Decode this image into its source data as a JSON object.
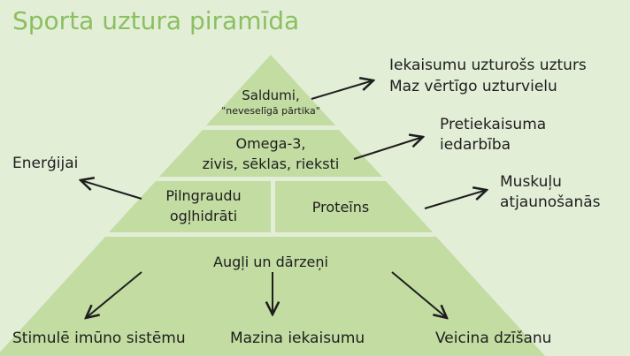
{
  "title": "Sporta uztura piramīda",
  "colors": {
    "background": "#e3eed7",
    "pyramid": "#c2dca2",
    "title": "#8bbf60"
  },
  "pyramid": {
    "tier1": {
      "line1": "Saldumi,",
      "line2": "\"neveselīgā pārtika\""
    },
    "tier2": {
      "line1": "Omega-3,",
      "line2": "zivis, sēklas, rieksti"
    },
    "tier3_left": {
      "line1": "Pilngraudu",
      "line2": "ogļhidrāti"
    },
    "tier3_right": {
      "line1": "Proteīns"
    },
    "tier4": {
      "line1": "Augļi un dārzeņi"
    }
  },
  "effects": {
    "sweets": {
      "line1": "Iekaisumu uzturošs uzturs",
      "line2": "Maz vērtīgo uzturvielu"
    },
    "omega": {
      "line1": "Pretiekaisuma",
      "line2": "iedarbība"
    },
    "grains": {
      "line1": "Enerģijai"
    },
    "protein": {
      "line1": "Muskuļu",
      "line2": "atjaunošanās"
    },
    "fruit_immune": "Stimulē imūno sistēmu",
    "fruit_inflammation": "Mazina iekaisumu",
    "fruit_healing": "Veicina dzīšanu"
  }
}
